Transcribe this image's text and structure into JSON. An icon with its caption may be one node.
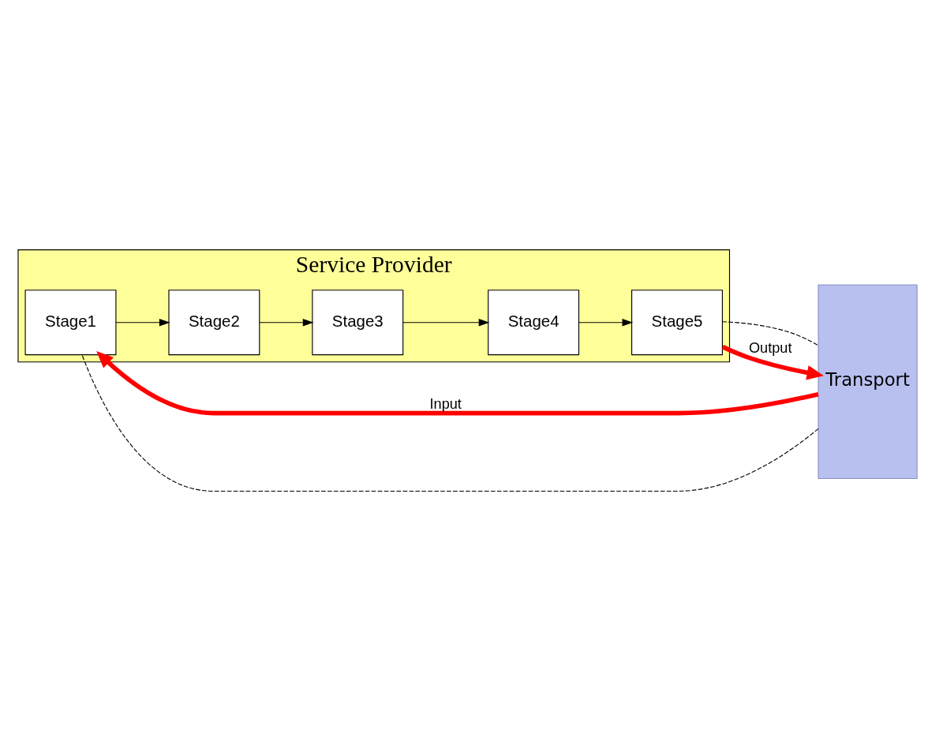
{
  "diagram": {
    "nodes": [
      {
        "text": [
          "Service Provider"
        ]
      },
      {
        "text": [
          "Transport"
        ]
      },
      {
        "text": [
          "Stage1"
        ],
        "in": 0
      },
      {
        "text": [
          "Stage2"
        ],
        "in": 0
      },
      {
        "text": [
          "Stage3"
        ],
        "in": 0
      },
      {
        "text": [
          "Stage4"
        ],
        "in": 0
      },
      {
        "text": [
          "Stage5"
        ],
        "in": 0
      }
    ],
    "edges": [
      {
        "from": 1,
        "to": 2,
        "arrow": "to",
        "label": "Input",
        "style": "thick",
        "color": "#ff0000"
      },
      {
        "from": 1,
        "to": 2,
        "arrow": "none",
        "style": "dashed"
      },
      {
        "from": 2,
        "to": 3,
        "arrow": "to"
      },
      {
        "from": 3,
        "to": 4,
        "arrow": "to"
      },
      {
        "from": 4,
        "to": 5,
        "arrow": "to"
      },
      {
        "from": 5,
        "to": 6,
        "arrow": "to"
      },
      {
        "from": 6,
        "to": 1,
        "arrow": "none",
        "style": "dashed"
      },
      {
        "from": 6,
        "to": 1,
        "arrow": "to",
        "label": "Output",
        "style": "thick",
        "color": "#ff0000"
      }
    ]
  }
}
